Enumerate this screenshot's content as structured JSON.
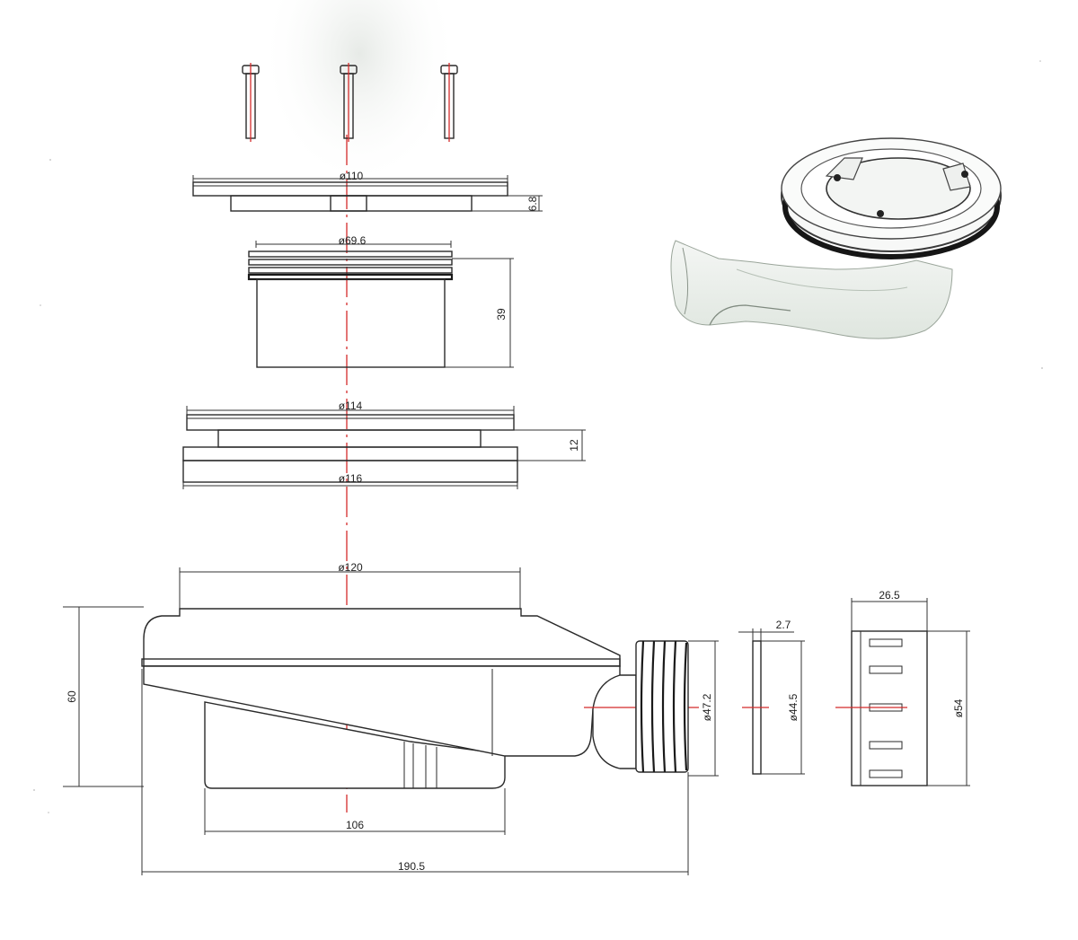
{
  "dimensions": {
    "cover_diameter": "ø110",
    "cover_height": "6.8",
    "body_diameter": "ø69.6",
    "body_height": "39",
    "flange_top_diameter": "ø114",
    "flange_height": "12",
    "flange_bottom_diameter": "ø116",
    "trap_top_diameter": "ø120",
    "trap_height": "60",
    "trap_base_length": "106",
    "overall_length": "190.5",
    "outlet_diameter": "ø47.2",
    "seal_thickness": "2.7",
    "seal_diameter": "ø44.5",
    "connector_length": "26.5",
    "connector_diameter": "ø54"
  },
  "colors": {
    "centerline": "#d42b2b",
    "outline": "#2a2a2a"
  },
  "icons": {
    "product_photo": "shower-drain-trap-photo"
  }
}
